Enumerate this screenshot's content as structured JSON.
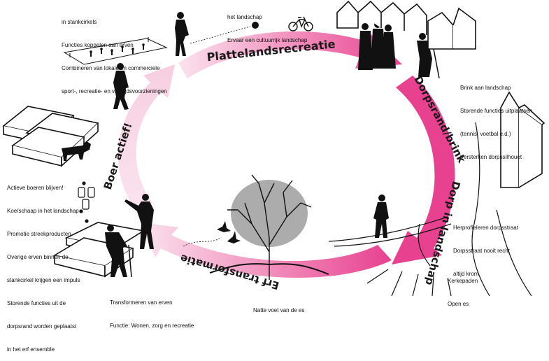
{
  "colors": {
    "accent": "#e8418f",
    "accent_light": "#f7d3e4",
    "ink": "#111111"
  },
  "cycle_labels": {
    "top": "Plattelandsrecreatie",
    "right": "Dorpsrand/brink",
    "right_bottom": "Dorp in landschap",
    "bottom": "Erf transformatie",
    "left": "Boer actief!"
  },
  "notes": {
    "top_left": [
      "in stankcirkels",
      "Functies koppelen aan erven",
      "Combineren van lokale en commerciele",
      "sport-, recreatie- en vrijetijdsvoorzieningen"
    ],
    "top_center": [
      "het landschap",
      "Ervaar een cultuurrijk landschap"
    ],
    "right_top": [
      "Brink aan landschap",
      "Storende functies uitplaatsen",
      "(tennis, voetbal e.d.)",
      "Versterken dorpssilhouet"
    ],
    "left_middle": [
      "Actieve boeren blijven!",
      "Koe/schaap in het landschap",
      "Promotie streekproducten",
      "Overige erven binnen de",
      "stankcirkel krijgen een impuls",
      "Storende functies uit de",
      "dorpsrand worden geplaatst",
      "in het erf ensemble"
    ],
    "right_middle": [
      "Herprofieleren dorpsstraat",
      "Dorpsstraat nooit recht",
      "altijd krom"
    ],
    "right_bottom": [
      "Kerkepaden",
      "Open es"
    ],
    "bottom_center": [
      "Transformeren van erven",
      "Functie: Wonen, zorg en recreatie"
    ],
    "bottom_right_cut": [
      "Natte voet van de es"
    ]
  },
  "icons": {
    "bicycle": "bicycle-icon",
    "cow": "cow-icon",
    "bottles": "jar-icon",
    "birds": "bird-icon",
    "tree": "tree-icon"
  }
}
